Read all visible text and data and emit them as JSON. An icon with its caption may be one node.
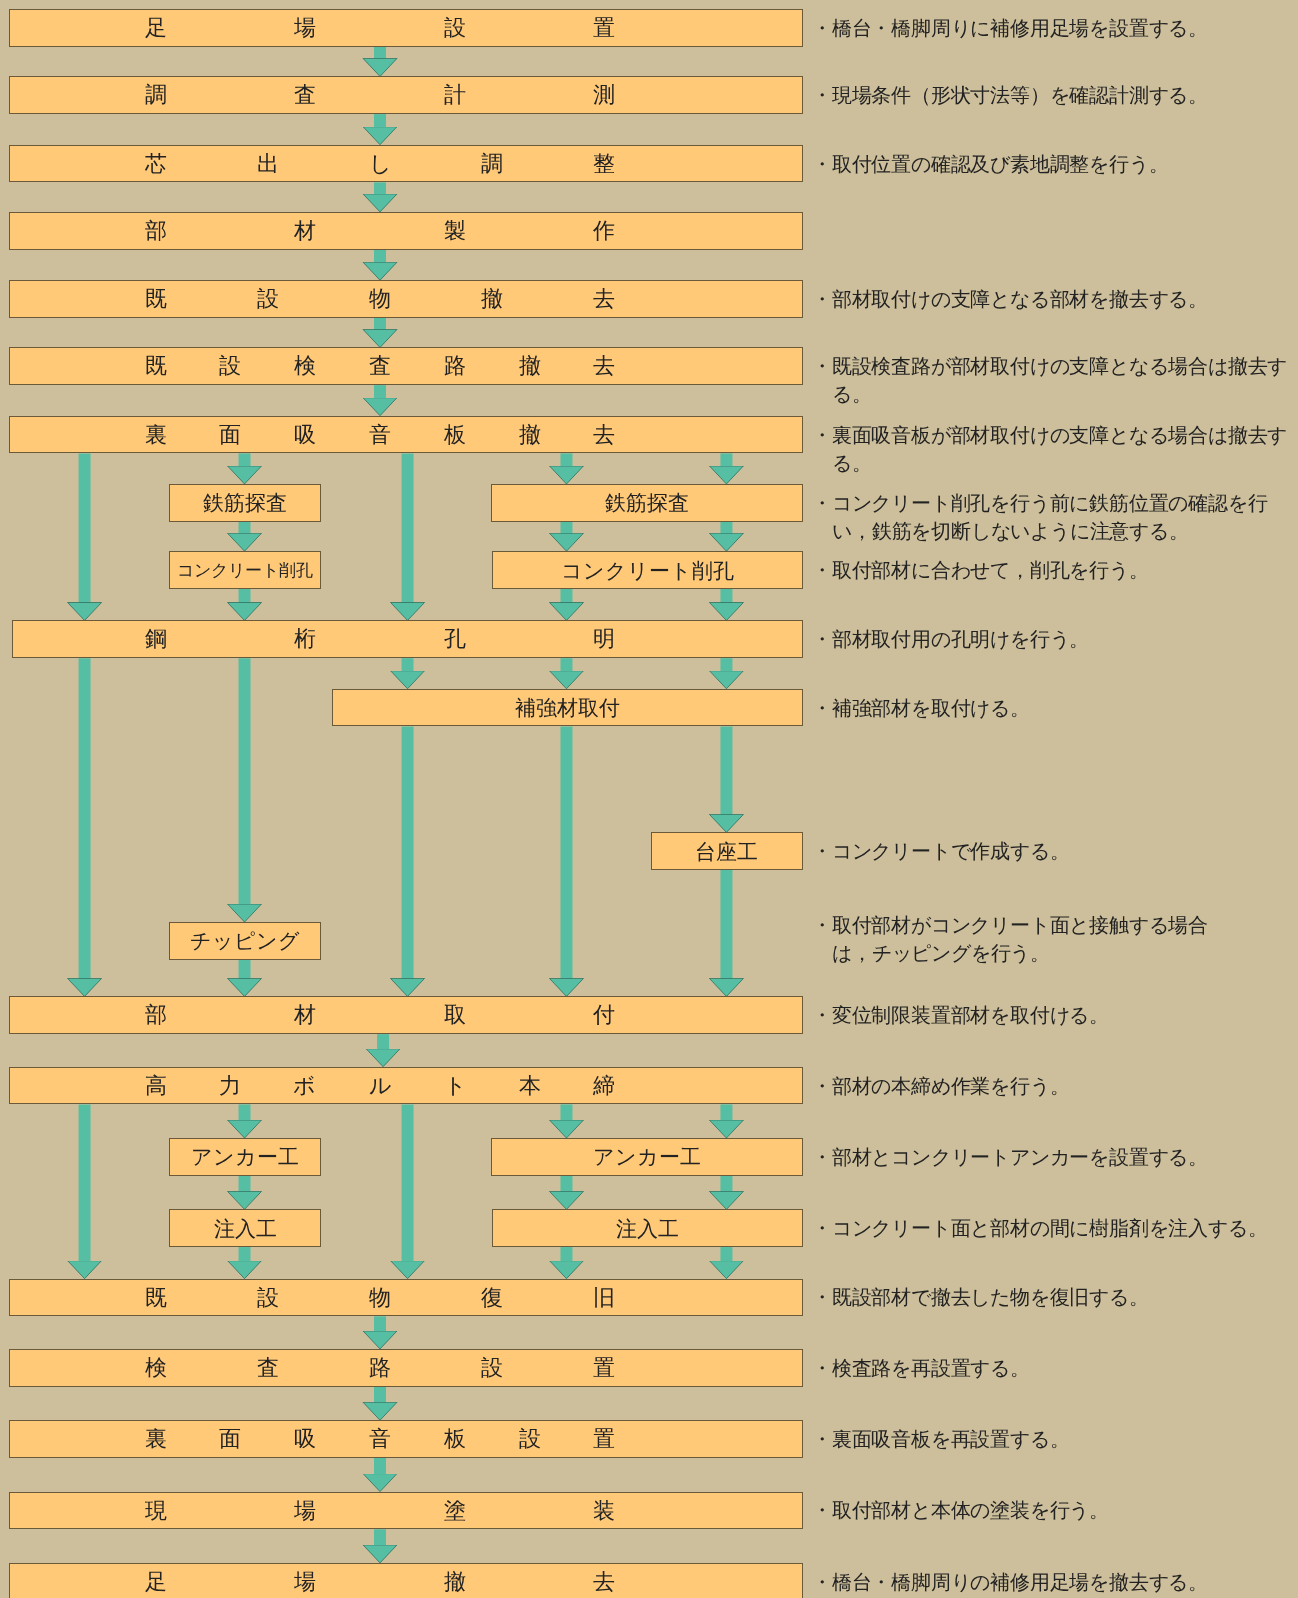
{
  "diagram": {
    "nodes": [
      {
        "text": [
          "足場設置"
        ],
        "beside": [
          "・橋台・橋脚周りに補修用足場を設置する。"
        ]
      },
      {
        "text": [
          "調査計測"
        ],
        "beside": [
          "・現場条件（形状寸法等）を確認計測する。"
        ]
      },
      {
        "text": [
          "芯出し調整"
        ],
        "beside": [
          "・取付位置の確認及び素地調整を行う。"
        ]
      },
      {
        "text": [
          "部材製作"
        ]
      },
      {
        "text": [
          "既設物撤去"
        ],
        "beside": [
          "・部材取付けの支障となる部材を撤去する。"
        ]
      },
      {
        "text": [
          "既設検査路撤去"
        ],
        "beside": [
          "・既設検査路が部材取付けの支障となる場合は撤去する。"
        ]
      },
      {
        "text": [
          "裏面吸音板撤去"
        ],
        "beside": [
          "・裏面吸音板が部材取付けの支障となる場合は撤去する。"
        ]
      },
      {
        "text": [
          "鉄筋探査"
        ]
      },
      {
        "text": [
          "鉄筋探査"
        ],
        "beside": [
          "・コンクリート削孔を行う前に鉄筋位置の確認を行い，鉄筋を切断しないように注意する。"
        ]
      },
      {
        "text": [
          "コンクリート削孔"
        ]
      },
      {
        "text": [
          "コンクリート削孔"
        ],
        "beside": [
          "・取付部材に合わせて，削孔を行う。"
        ]
      },
      {
        "text": [
          "鋼桁孔明"
        ],
        "beside": [
          "・部材取付用の孔明けを行う。"
        ]
      },
      {
        "text": [
          "補強材取付"
        ],
        "beside": [
          "・補強部材を取付ける。"
        ]
      },
      {
        "text": [
          "台座工"
        ],
        "beside": [
          "・コンクリートで作成する。"
        ]
      },
      {
        "text": [
          "チッピング"
        ]
      },
      {
        "text": [
          "部材取付"
        ],
        "beside": [
          "・変位制限装置部材を取付ける。"
        ]
      },
      {
        "text": [
          "高力ボルト本締"
        ],
        "beside": [
          "・部材の本締め作業を行う。"
        ]
      },
      {
        "text": [
          "アンカー工"
        ]
      },
      {
        "text": [
          "アンカー工"
        ],
        "beside": [
          "・部材とコンクリートアンカーを設置する。"
        ]
      },
      {
        "text": [
          "注入工"
        ]
      },
      {
        "text": [
          "注入工"
        ],
        "beside": [
          "・コンクリート面と部材の間に樹脂剤を注入する。"
        ]
      },
      {
        "text": [
          "既設物復旧"
        ],
        "beside": [
          "・既設部材で撤去した物を復旧する。"
        ]
      },
      {
        "text": [
          "検査路設置"
        ],
        "beside": [
          "・検査路を再設置する。"
        ]
      },
      {
        "text": [
          "裏面吸音板設置"
        ],
        "beside": [
          "・裏面吸音板を再設置する。"
        ]
      },
      {
        "text": [
          "現場塗装"
        ],
        "beside": [
          "・取付部材と本体の塗装を行う。"
        ]
      },
      {
        "text": [
          "足場撤去"
        ],
        "beside": [
          "・橋台・橋脚周りの補修用足場を撤去する。"
        ]
      }
    ],
    "edges": [
      {
        "from": 0,
        "to": 1,
        "arrow": "to"
      },
      {
        "from": 1,
        "to": 2,
        "arrow": "to"
      },
      {
        "from": 2,
        "to": 3,
        "arrow": "to"
      },
      {
        "from": 3,
        "to": 4,
        "arrow": "to"
      },
      {
        "from": 4,
        "to": 5,
        "arrow": "to"
      },
      {
        "from": 5,
        "to": 6,
        "arrow": "to"
      },
      {
        "from": 6,
        "to": 11,
        "arrow": "to"
      },
      {
        "from": 6,
        "to": 7,
        "arrow": "to"
      },
      {
        "from": 7,
        "to": 9,
        "arrow": "to"
      },
      {
        "from": 9,
        "to": 11,
        "arrow": "to"
      },
      {
        "from": 6,
        "to": 11,
        "arrow": "to"
      },
      {
        "from": 6,
        "to": 8,
        "arrow": "to"
      },
      {
        "from": 6,
        "to": 8,
        "arrow": "to"
      },
      {
        "from": 8,
        "to": 10,
        "arrow": "to"
      },
      {
        "from": 8,
        "to": 10,
        "arrow": "to"
      },
      {
        "from": 10,
        "to": 11,
        "arrow": "to"
      },
      {
        "from": 10,
        "to": 11,
        "arrow": "to"
      },
      {
        "from": 11,
        "to": 15,
        "arrow": "to"
      },
      {
        "from": 11,
        "to": 14,
        "arrow": "to"
      },
      {
        "from": 11,
        "to": 12,
        "arrow": "to"
      },
      {
        "from": 11,
        "to": 12,
        "arrow": "to"
      },
      {
        "from": 11,
        "to": 12,
        "arrow": "to"
      },
      {
        "from": 12,
        "to": 15,
        "arrow": "to"
      },
      {
        "from": 12,
        "to": 15,
        "arrow": "to"
      },
      {
        "from": 12,
        "to": 13,
        "arrow": "to"
      },
      {
        "from": 13,
        "to": 15,
        "arrow": "to"
      },
      {
        "from": 14,
        "to": 15,
        "arrow": "to"
      },
      {
        "from": 15,
        "to": 16,
        "arrow": "to"
      },
      {
        "from": 16,
        "to": 21,
        "arrow": "to"
      },
      {
        "from": 16,
        "to": 17,
        "arrow": "to"
      },
      {
        "from": 17,
        "to": 19,
        "arrow": "to"
      },
      {
        "from": 19,
        "to": 21,
        "arrow": "to"
      },
      {
        "from": 16,
        "to": 21,
        "arrow": "to"
      },
      {
        "from": 16,
        "to": 18,
        "arrow": "to"
      },
      {
        "from": 16,
        "to": 18,
        "arrow": "to"
      },
      {
        "from": 18,
        "to": 20,
        "arrow": "to"
      },
      {
        "from": 18,
        "to": 20,
        "arrow": "to"
      },
      {
        "from": 20,
        "to": 21,
        "arrow": "to"
      },
      {
        "from": 20,
        "to": 21,
        "arrow": "to"
      },
      {
        "from": 21,
        "to": 22,
        "arrow": "to"
      },
      {
        "from": 22,
        "to": 23,
        "arrow": "to"
      },
      {
        "from": 23,
        "to": 24,
        "arrow": "to"
      },
      {
        "from": 24,
        "to": 25,
        "arrow": "to"
      }
    ],
    "labels": [
      "・取付部材がコンクリート面と接触する場合は，チッピングを行う。"
    ]
  }
}
